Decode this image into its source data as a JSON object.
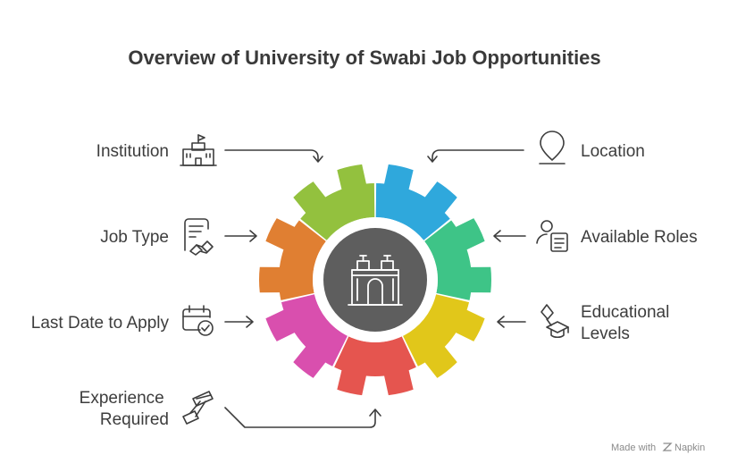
{
  "title": "Overview of University of Swabi Job Opportunities",
  "credit": {
    "made_with": "Made with",
    "brand": "Napkin"
  },
  "left_items": [
    {
      "lines": [
        "Institution"
      ],
      "icon": "university-building-icon"
    },
    {
      "lines": [
        "Job Type"
      ],
      "icon": "contract-handshake-icon"
    },
    {
      "lines": [
        "Last Date to Apply"
      ],
      "icon": "calendar-check-icon"
    },
    {
      "lines": [
        "Experience",
        "Required"
      ],
      "icon": "hourglass-icon"
    }
  ],
  "right_items": [
    {
      "lines": [
        "Location"
      ],
      "icon": "map-pin-icon"
    },
    {
      "lines": [
        "Available Roles"
      ],
      "icon": "person-document-icon"
    },
    {
      "lines": [
        "Educational",
        "Levels"
      ],
      "icon": "graduation-cap-icon"
    }
  ],
  "gear": {
    "segment_colors": [
      "#2fa8dc",
      "#3ec487",
      "#e1c71a",
      "#e5554f",
      "#d94fae",
      "#e07f32",
      "#93c13e"
    ],
    "center_color": "#5e5e5e",
    "center_icon": "university-gate-icon"
  }
}
